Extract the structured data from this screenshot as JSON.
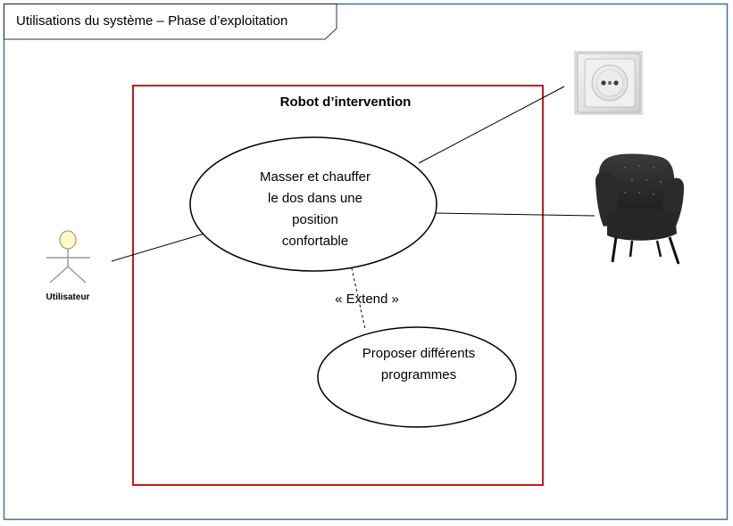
{
  "frame": {
    "title": "Utilisations du système – Phase d’exploitation"
  },
  "system": {
    "title": "Robot d’intervention",
    "border_color": "#d0141c"
  },
  "use_cases": {
    "main": {
      "lines": [
        "Masser et chauffer",
        "le dos dans une",
        "position",
        "confortable"
      ]
    },
    "extension": {
      "lines": [
        "Proposer différents",
        "programmes"
      ]
    }
  },
  "relation": {
    "label": "« Extend »"
  },
  "actors": {
    "user": {
      "label": "Utilisateur",
      "icon": "stick-figure-actor-icon"
    },
    "socket": {
      "icon": "wall-socket-icon"
    },
    "chair": {
      "icon": "armchair-icon"
    }
  },
  "colors": {
    "frame_border": "#41719c",
    "actor_head": "#fff8c8"
  }
}
